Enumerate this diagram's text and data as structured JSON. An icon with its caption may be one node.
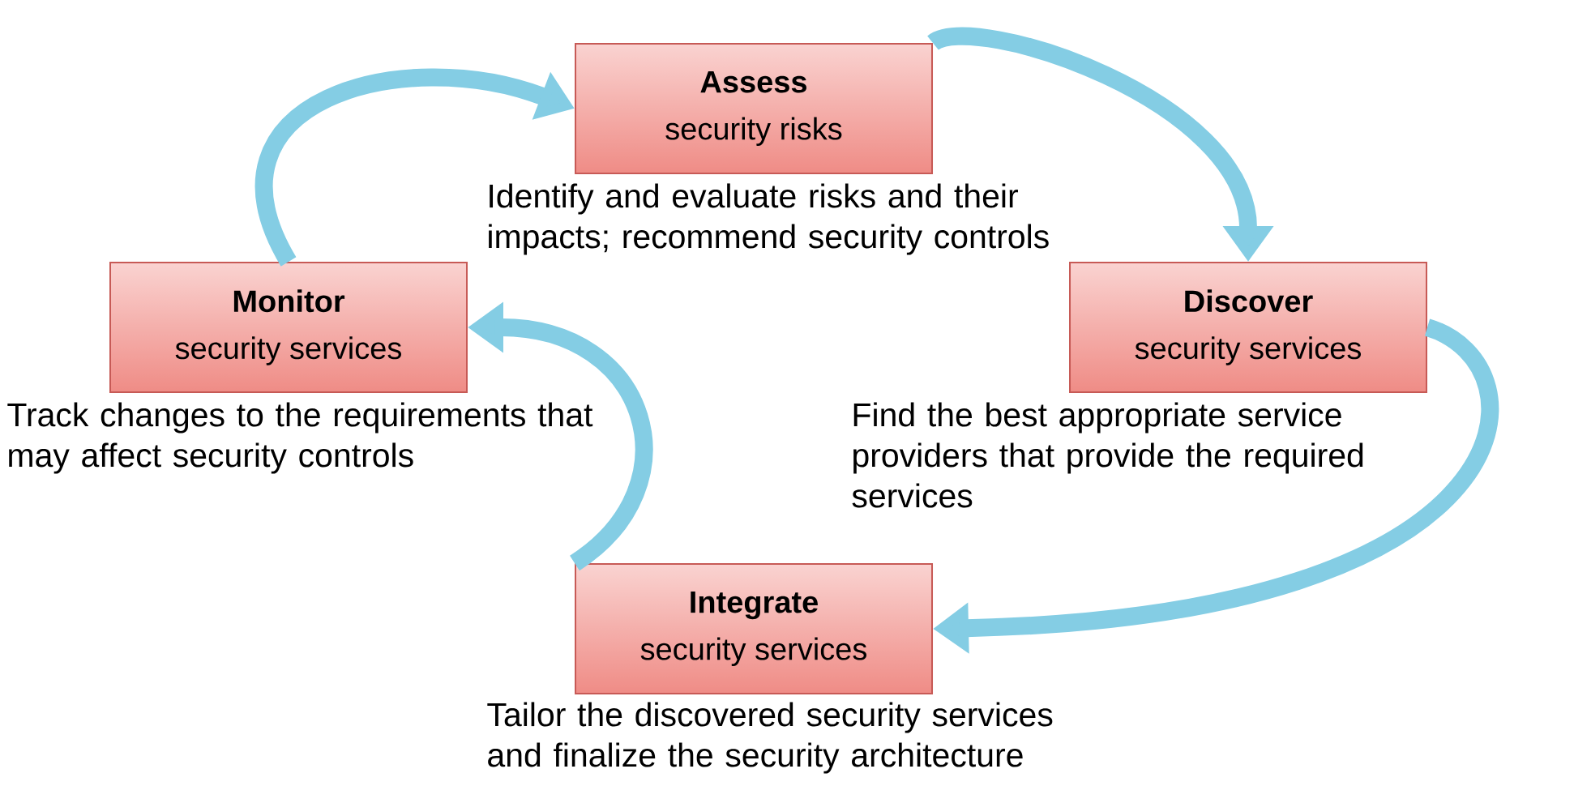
{
  "diagram": {
    "nodes": [
      {
        "text": [
          "Assess",
          "security risks"
        ],
        "beside": [
          "Identify and evaluate risks and their impacts; recommend security controls"
        ]
      },
      {
        "text": [
          "Discover",
          "security services"
        ],
        "beside": [
          "Find the best appropriate service providers that provide the required services"
        ]
      },
      {
        "text": [
          "Integrate",
          "security services"
        ],
        "beside": [
          "Tailor the discovered security services and finalize the security architecture"
        ]
      },
      {
        "text": [
          "Monitor",
          "security services"
        ],
        "beside": [
          "Track changes to the requirements that may affect security controls"
        ]
      }
    ],
    "edges": [
      {
        "from": 0,
        "to": 1,
        "arrow": "to"
      },
      {
        "from": 1,
        "to": 2,
        "arrow": "to"
      },
      {
        "from": 2,
        "to": 3,
        "arrow": "to"
      },
      {
        "from": 3,
        "to": 0,
        "arrow": "to"
      }
    ]
  }
}
